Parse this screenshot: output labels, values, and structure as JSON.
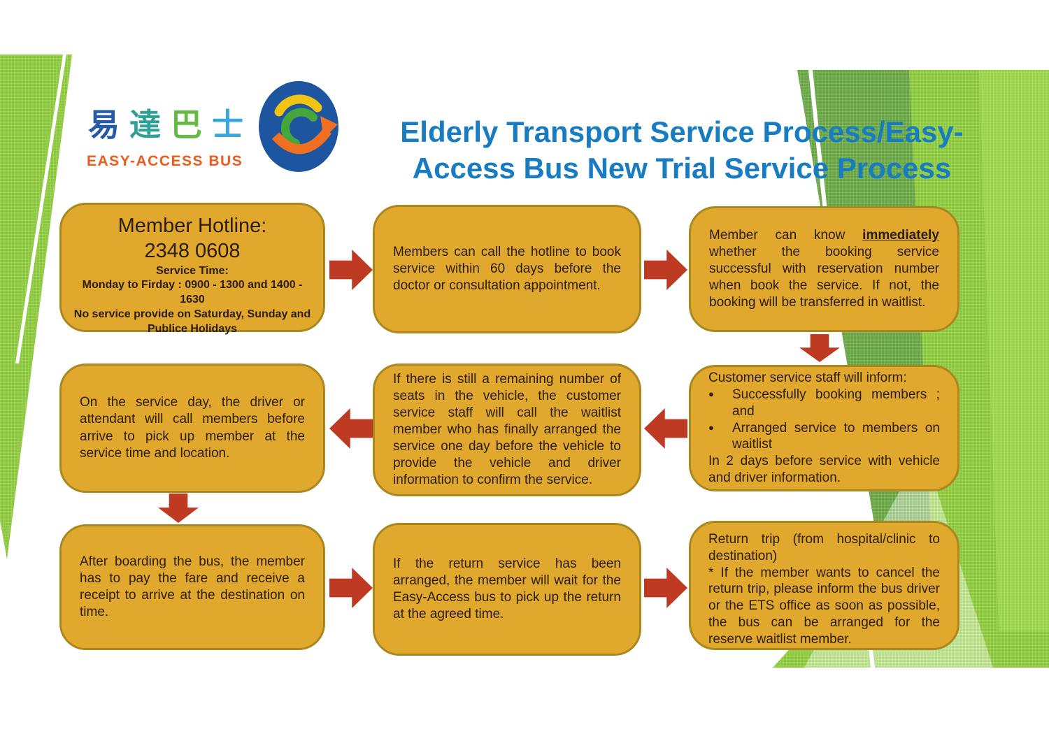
{
  "title": {
    "line1": "Elderly Transport Service Process/Easy-",
    "line2": "Access Bus New Trial Service Process",
    "color": "#177cc1"
  },
  "logo": {
    "chars": [
      {
        "text": "易",
        "color": "#2458a8"
      },
      {
        "text": "達",
        "color": "#2fa093"
      },
      {
        "text": "巴",
        "color": "#64b944"
      },
      {
        "text": "士",
        "color": "#38a8dd"
      }
    ],
    "english": "EASY-ACCESS BUS",
    "english_color": "#ec5c1e",
    "mark_colors": {
      "circle": "#1d55a1",
      "swirl_yellow": "#f2c313",
      "swirl_green": "#45a63c",
      "arrow_orange": "#ee7020"
    }
  },
  "flow": {
    "box_fill": "#e0a82d",
    "box_border": "#a9881f",
    "arrow_color": "#bf3a23",
    "text_color": "#2e1d05",
    "bullet_glyph": "●",
    "boxes": {
      "hotline": {
        "heading1": "Member Hotline:",
        "heading2": "2348 0608",
        "service_title": "Service Time:",
        "service_line1": "Monday to Firday : 0900 - 1300 and 1400 - 1630",
        "service_line2": "No service provide on Saturday, Sunday and Publice Holidays"
      },
      "book": {
        "text": "Members can call the hotline to book service within 60 days before the doctor or consultation appointment."
      },
      "confirm": {
        "pre": "Member can know ",
        "em": "immediately",
        "post": " whether the booking service successful with reservation number when book the service. If not, the booking will be transferred in waitlist."
      },
      "inform": {
        "intro": "Customer service staff will inform:",
        "bullet1": "Successfully booking members ; and",
        "bullet2": "Arranged service to members on waitlist",
        "outro": "In 2 days before service with vehicle and driver information."
      },
      "waitlist_call": {
        "text": "If there is still a remaining number of seats in the vehicle, the customer service staff will call the waitlist member who has finally arranged the service one day before the vehicle to provide the vehicle and driver information to confirm the service."
      },
      "service_day": {
        "text": "On the service day, the driver or attendant will call members before arrive to pick up member at the service time and location."
      },
      "boarding": {
        "text": "After boarding the bus, the member has to pay the fare and receive a receipt to arrive at the destination on time."
      },
      "return_wait": {
        "text": "If the return service has been arranged, the member will wait for the Easy-Access bus to pick up the return at the agreed time."
      },
      "return_trip": {
        "line1": "Return trip (from hospital/clinic to destination)",
        "line2": " * If the member wants to cancel the return trip, please inform the bus driver or the ETS office as soon as possible, the bus can be arranged for the reserve waitlist member."
      }
    }
  }
}
